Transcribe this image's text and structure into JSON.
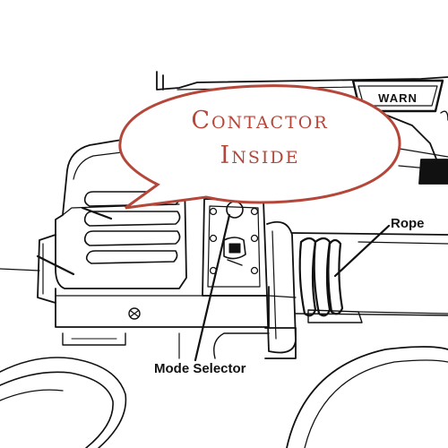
{
  "bubble": {
    "line1": "Contactor",
    "line2": "Inside",
    "stroke_color": "#b5473a",
    "text_color": "#b5473a"
  },
  "labels": {
    "rope": "Rope",
    "mode_selector": "Mode Selector"
  },
  "logo": {
    "text": "WARN"
  },
  "line_color": "#111111"
}
